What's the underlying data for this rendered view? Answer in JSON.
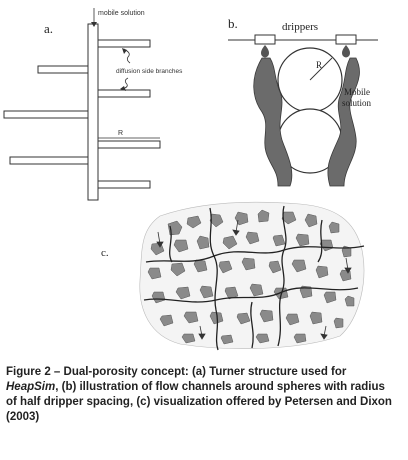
{
  "figure": {
    "panel_a": {
      "label": "a.",
      "mobile_solution_label": "mobile solution",
      "diffusion_label": "diffusion side branches",
      "radius_label": "R"
    },
    "panel_b": {
      "label": "b.",
      "drippers_label": "drippers",
      "radius_label": "R",
      "mobile_label_line1": "Mobile",
      "mobile_label_line2": "solution"
    },
    "panel_c": {
      "label": "c."
    }
  },
  "caption": {
    "part1": "Figure 2 – Dual-porosity concept: (a) Turner structure used for ",
    "italic": "HeapSim",
    "part2": ", (b) illustration of flow channels around spheres with radius of half dripper spacing, (c) visualization offered by Petersen and Dixon (2003)"
  }
}
